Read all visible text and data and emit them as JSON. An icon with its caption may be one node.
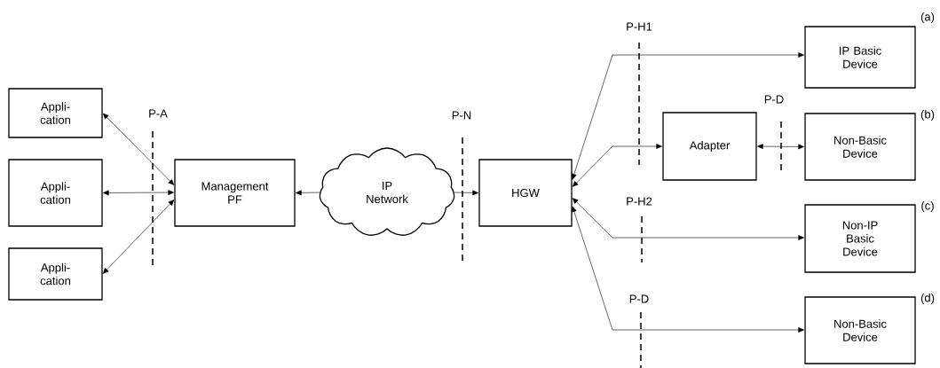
{
  "diagram": {
    "nodes": [
      {
        "text": [
          "Appli- cation"
        ]
      },
      {
        "text": [
          "Appli- cation"
        ]
      },
      {
        "text": [
          "Appli- cation"
        ]
      },
      {
        "text": [
          "Management PF"
        ]
      },
      {
        "text": [
          "IP Network"
        ]
      },
      {
        "text": [
          "HGW"
        ]
      },
      {
        "text": [
          "IP Basic Device"
        ],
        "beside": [
          "(a)"
        ]
      },
      {
        "text": [
          "Adapter"
        ]
      },
      {
        "text": [
          "Non-Basic Device"
        ],
        "beside": [
          "(b)"
        ]
      },
      {
        "text": [
          "Non-IP Basic Device"
        ],
        "beside": [
          "(c)"
        ]
      },
      {
        "text": [
          "Non-Basic Device"
        ],
        "beside": [
          "(d)"
        ]
      }
    ],
    "edges": [
      {
        "from": 3,
        "to": 0,
        "arrow": "both"
      },
      {
        "from": 3,
        "to": 1,
        "arrow": "both"
      },
      {
        "from": 3,
        "to": 2,
        "arrow": "both"
      },
      {
        "from": 4,
        "to": 3,
        "arrow": "to"
      },
      {
        "from": 4,
        "to": 5,
        "arrow": "to"
      },
      {
        "from": 5,
        "to": 6,
        "arrow": "both"
      },
      {
        "from": 5,
        "to": 7,
        "arrow": "both"
      },
      {
        "from": 7,
        "to": 8,
        "arrow": "both"
      },
      {
        "from": 5,
        "to": 9,
        "arrow": "both"
      },
      {
        "from": 5,
        "to": 10,
        "arrow": "both"
      }
    ],
    "labels": [
      "P-H1",
      "P-D",
      "P-A",
      "P-N",
      "P-H2",
      "P-D"
    ]
  }
}
